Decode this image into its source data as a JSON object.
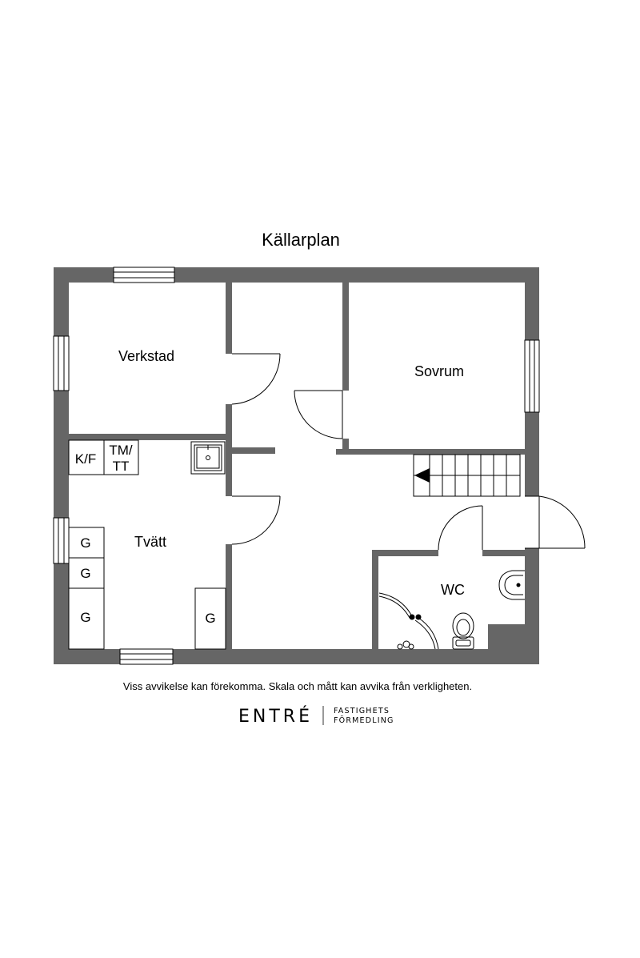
{
  "title": "Källarplan",
  "rooms": {
    "verkstad": "Verkstad",
    "sovrum": "Sovrum",
    "tvatt": "Tvätt",
    "wc": "WC"
  },
  "fixtures": {
    "kf": "K/F",
    "tm_line1": "TM/",
    "tm_line2": "TT",
    "cabinet_label": "G"
  },
  "disclaimer": "Viss avvikelse kan förekomma. Skala och mått kan avvika från verkligheten.",
  "brand": {
    "name": "ENTRÉ",
    "sub_line1": "FASTIGHETS",
    "sub_line2": "FÖRMEDLING"
  },
  "colors": {
    "wall": "#666666",
    "line": "#000000",
    "background": "#ffffff"
  }
}
